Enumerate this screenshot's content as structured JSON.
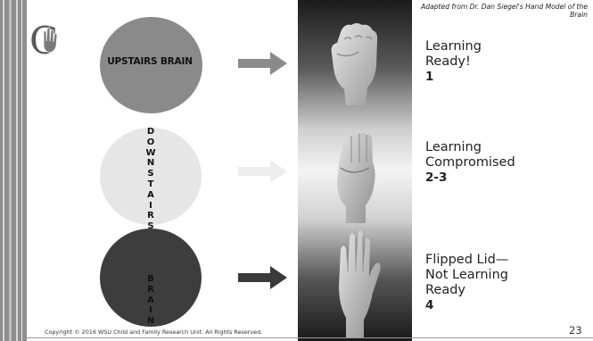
{
  "credit": "Adapted from Dr. Dan Siegel's Hand Model of the Brain",
  "circles": [
    {
      "label": "UPSTAIRS BRAIN",
      "color": "#8a8a8a"
    },
    {
      "color": "#e6e6e6"
    },
    {
      "color": "#3d3d3d"
    }
  ],
  "downstairs_letters_top": [
    "D",
    "O",
    "W",
    "N",
    "S",
    "T",
    "A",
    "I",
    "R",
    "S"
  ],
  "downstairs_letters_bottom": [
    "B",
    "R",
    "A",
    "I",
    "N"
  ],
  "arrow_colors": [
    "#8a8a8a",
    "#eeeeee",
    "#3a3a3a"
  ],
  "levels": [
    {
      "line1": "Learning",
      "line2": "Ready!",
      "line3": "",
      "number": "1"
    },
    {
      "line1": "Learning",
      "line2": "Compromised",
      "line3": "",
      "number": "2-3"
    },
    {
      "line1": "Flipped Lid—",
      "line2": "Not Learning",
      "line3": "Ready",
      "number": "4"
    }
  ],
  "footer": {
    "copyright": "Copyright © 2016 WSU Child and Family Research Unit. All Rights Reserved.",
    "page_number": "23"
  },
  "logo_letter": "C"
}
